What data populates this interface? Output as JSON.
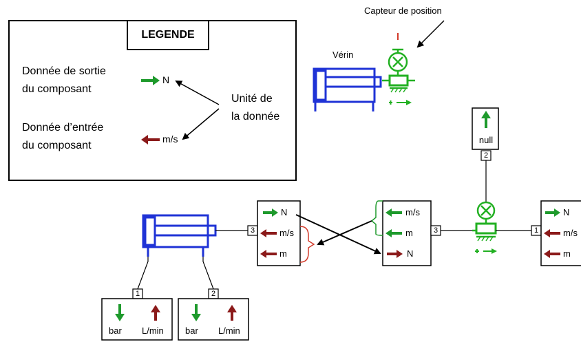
{
  "legend": {
    "title": "LEGENDE",
    "output_label_line1": "Donnée de sortie",
    "output_label_line2": "du composant",
    "input_label_line1": "Donnée d’entrée",
    "input_label_line2": "du composant",
    "unit_label_line1": "Unité de",
    "unit_label_line2": "la donnée",
    "output_unit": "N",
    "input_unit": "m/s"
  },
  "annotations": {
    "position_sensor": "Capteur de position",
    "cylinder": "Vérin"
  },
  "blocks": {
    "null_source": {
      "label": "null",
      "port": "2"
    },
    "cyl_model": {
      "rows": [
        "N",
        "m/s",
        "m"
      ],
      "port": "3"
    },
    "mass_model": {
      "rows": [
        "m/s",
        "m",
        "N"
      ],
      "port": "3"
    },
    "right_model": {
      "rows": [
        "N",
        "m/s",
        "m"
      ],
      "port": "1"
    },
    "cyl_port1": {
      "port": "1",
      "left_unit": "bar",
      "right_unit": "L/min"
    },
    "cyl_port2": {
      "port": "2",
      "left_unit": "bar",
      "right_unit": "L/min"
    }
  },
  "colors": {
    "output_arrow": "#1e9a2c",
    "input_arrow": "#8b1a1a",
    "cylinder": "#1f33d6",
    "sensor": "#22b022",
    "bracket": "#d23a2a"
  }
}
